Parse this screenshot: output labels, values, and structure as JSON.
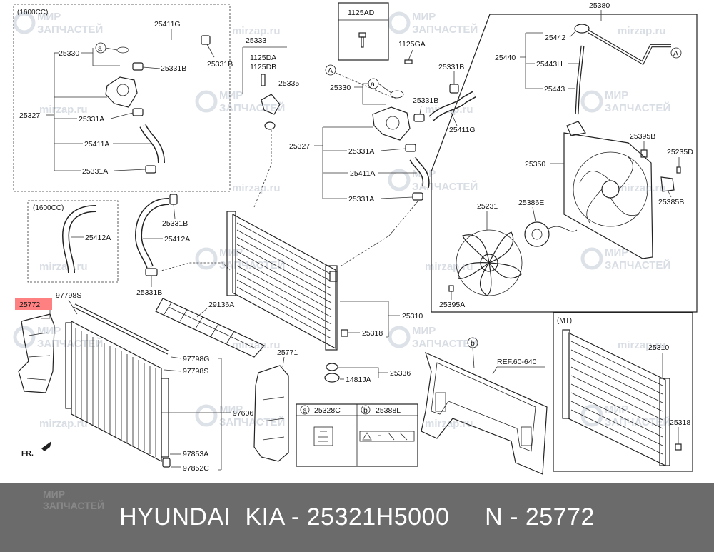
{
  "watermark": {
    "line1": "МИР",
    "line2": "ЗАПЧАСТЕЙ",
    "site": "mirzap.ru"
  },
  "boxes": {
    "engine_1600": "(1600CC)",
    "hose_1600": "(1600CC)",
    "mt": "(MT)",
    "bolt_box": "1125AD"
  },
  "circle_marks": {
    "a": "a",
    "A": "A",
    "b": "b"
  },
  "fr": "FR.",
  "labels": {
    "p25411G_top": "25411G",
    "p25330_top": "25330",
    "p25331B_top1": "25331B",
    "p25331B_top2": "25331B",
    "p25327_top": "25327",
    "p25331A_top1": "25331A",
    "p25411A_top": "25411A",
    "p25331A_top2": "25331A",
    "p25333": "25333",
    "p1125DA": "1125DA",
    "p1125DB": "1125DB",
    "p25335": "25335",
    "p1125GA": "1125GA",
    "pA330": "25330",
    "p25331B_mid1": "25331B",
    "p25331B_mid2": "25331B",
    "p25327_mid": "25327",
    "p25331A_mid1": "25331A",
    "p25411A_mid": "25411A",
    "p25331A_mid2": "25331A",
    "p25411G_mid": "25411G",
    "p25380": "25380",
    "p25442": "25442",
    "p25440": "25440",
    "p25443H": "25443H",
    "p25443": "25443",
    "p25395B": "25395B",
    "p25235D": "25235D",
    "p25350": "25350",
    "p25385B": "25385B",
    "p25386E": "25386E",
    "p25231": "25231",
    "p25395A": "25395A",
    "p25412A_box": "25412A",
    "p25331B_low1": "25331B",
    "p25412A_low": "25412A",
    "p25331B_low2": "25331B",
    "p25772": "25772",
    "p97798S_top": "97798S",
    "p29136A": "29136A",
    "p97798G": "97798G",
    "p97798S_mid": "97798S",
    "p97606": "97606",
    "p97853A": "97853A",
    "p97852C": "97852C",
    "p25771": "25771",
    "p25310_mid": "25310",
    "p25318_mid": "25318",
    "p25336": "25336",
    "p1481JA": "1481JA",
    "ref": "REF.60-640",
    "p25310_mt": "25310",
    "p25318_mt": "25318"
  },
  "legend": {
    "a_code": "25328C",
    "b_code": "25388L"
  },
  "footer": {
    "text": "HYUNDAI  KIA - 25321H5000     N - 25772"
  },
  "colors": {
    "highlight": "#ff8080",
    "footer_bg": "#6b6b6b"
  }
}
